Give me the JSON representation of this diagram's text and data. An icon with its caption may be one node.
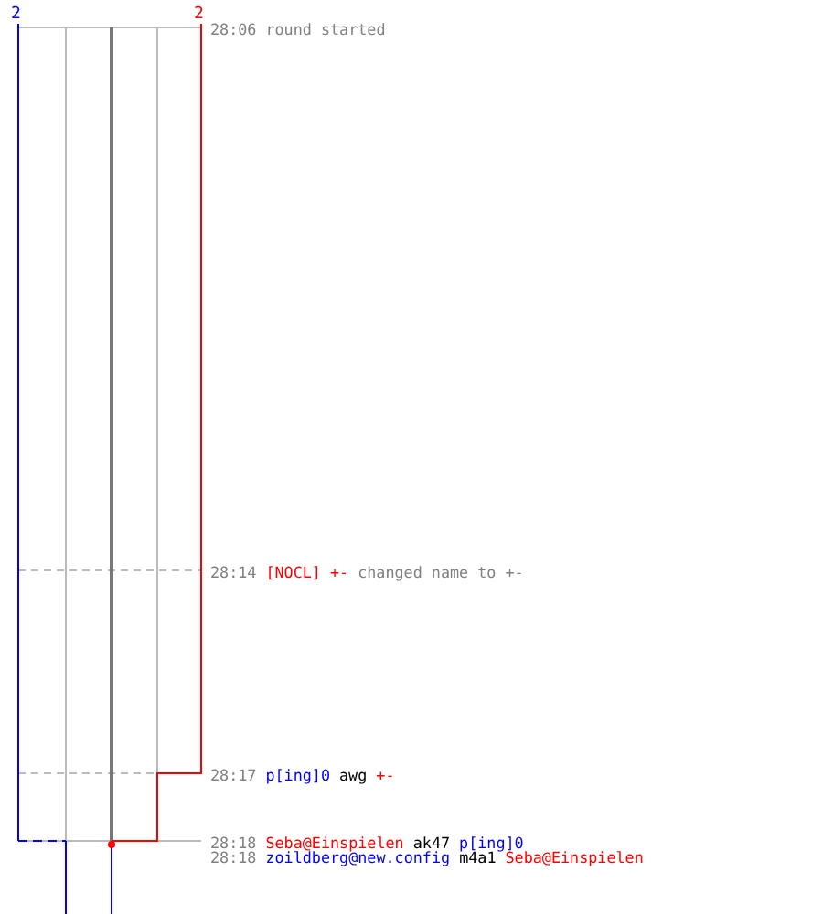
{
  "diagram": {
    "labels": [
      "2",
      "2",
      "28:06",
      "round started",
      "28:14",
      "[NOCL]",
      "+-",
      "changed name to +-",
      "28:17",
      "p[ing]0",
      "awg",
      "+-",
      "28:18",
      "Seba@Einspielen",
      "ak47",
      "p[ing]0",
      "28:18",
      "zoildberg@new.config",
      "m4a1",
      "Seba@Einspielen"
    ]
  }
}
